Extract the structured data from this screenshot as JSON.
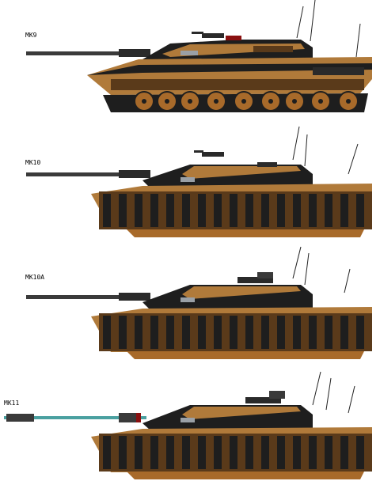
{
  "variants": [
    {
      "label": "MK9",
      "armor": "none",
      "turret": "rounded",
      "barrel": "standard"
    },
    {
      "label": "MK10",
      "armor": "skirts",
      "turret": "angular",
      "barrel": "standard"
    },
    {
      "label": "MK10A",
      "armor": "skirts",
      "turret": "angular-rws",
      "barrel": "standard"
    },
    {
      "label": "MK11",
      "armor": "skirts",
      "turret": "angular-rws",
      "barrel": "long"
    }
  ],
  "colors": {
    "hull_tan": "#b07a3a",
    "hull_dark": "#5a3a1a",
    "hull_black": "#1e1e1e",
    "hull_grey": "#4a4a4a",
    "road_wheel": "#a86a2a",
    "glass": "#9aa0a6",
    "barrel": "#3a3a3a",
    "accent_red": "#8a1010",
    "accent_teal": "#4aa0a0"
  }
}
